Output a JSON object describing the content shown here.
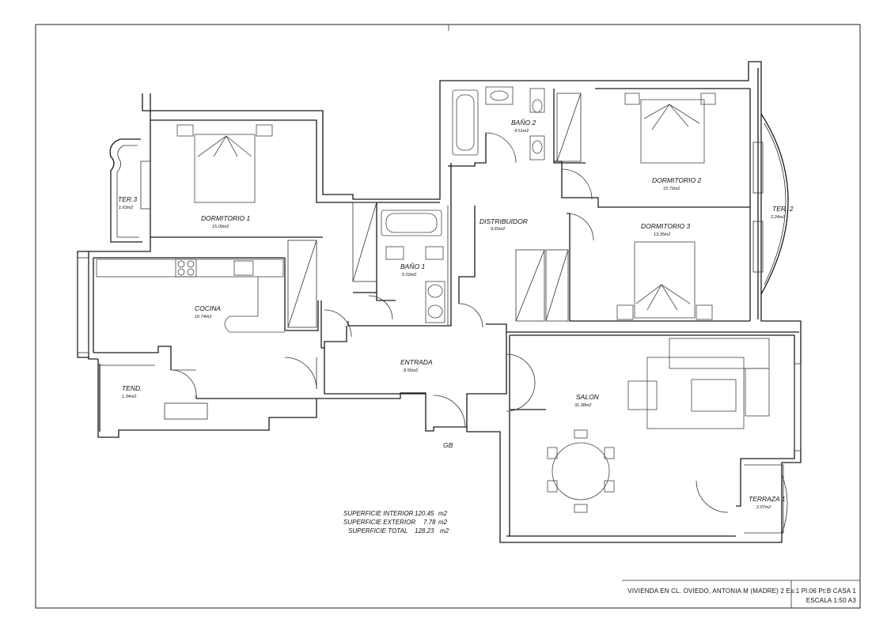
{
  "rooms": {
    "dormitorio1": {
      "name": "DORMITORIO 1",
      "area": "15.00m2"
    },
    "ter3": {
      "name": "TER.3",
      "area": "1.63m2"
    },
    "cocina": {
      "name": "COCINA",
      "area": "16.74m2"
    },
    "tend": {
      "name": "TEND.",
      "area": "1.34m2"
    },
    "bano1": {
      "name": "BAÑO 1",
      "area": "5.03m2"
    },
    "bano2": {
      "name": "BAÑO 2",
      "area": "4.51m2"
    },
    "distribuidor": {
      "name": "DISTRIBUIDOR",
      "area": "9.65m2"
    },
    "dormitorio2": {
      "name": "DORMITORIO 2",
      "area": "15.76m2"
    },
    "dormitorio3": {
      "name": "DORMITORIO 3",
      "area": "13.35m2"
    },
    "ter2": {
      "name": "TER. 2",
      "area": "2.24m2"
    },
    "entrada": {
      "name": "ENTRADA",
      "area": "8.55m2"
    },
    "salon": {
      "name": "SALON",
      "area": "31.38m2"
    },
    "terraza1": {
      "name": "TERRAZA 1",
      "area": "2.07m2"
    }
  },
  "marks": {
    "gb": "GB"
  },
  "summary": {
    "interior_label": "SUPERFICIE INTERIOR",
    "interior_value": "120.45",
    "exterior_label": "SUPERFICIE EXTERIOR",
    "exterior_value": "7.78",
    "total_label": "SUPERFICIE TOTAL",
    "total_value": "128.23",
    "unit": "m2"
  },
  "title_block": {
    "line1": "VIVIENDA EN CL. OVIEDO, ANTONIA M (MADRE) 2 Es:1 Pl:06 Pt:B CASA 1",
    "line2": "ESCALA 1:50 A3"
  }
}
